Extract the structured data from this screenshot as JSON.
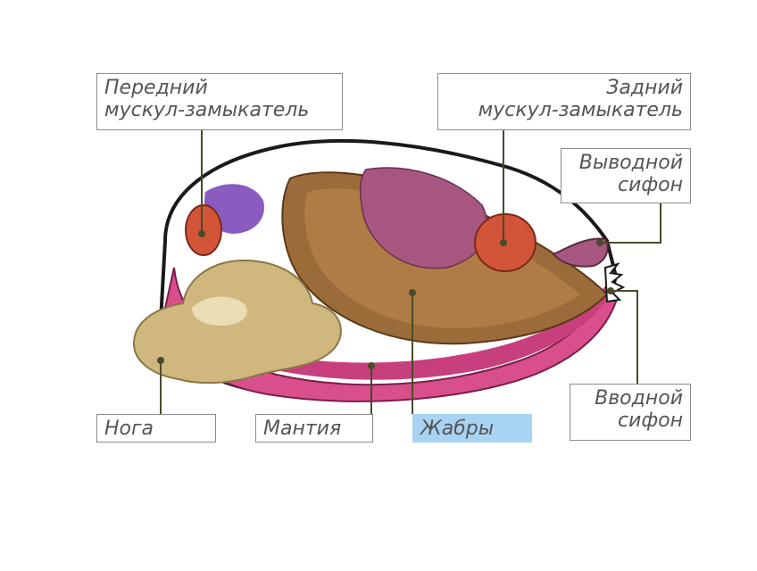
{
  "labels": {
    "front_muscle": [
      "Передний",
      "мускул-замыкатель"
    ],
    "back_muscle": [
      "Задний",
      "мускул-замыкатель"
    ],
    "out_siphon": [
      "Выводной",
      "сифон"
    ],
    "in_siphon": [
      "Вводной",
      "сифон"
    ],
    "foot": "Нога",
    "mantle": "Мантия",
    "gills": "Жабры"
  },
  "highlighted_label": "Жабры",
  "colors": {
    "shell_outline": "#1a1a1a",
    "mantle": "#d94f8c",
    "foot": "#cfb77e",
    "gills": "#9b6b3a",
    "muscle": "#d2553a",
    "viscera": "#a7577f",
    "highlight": "#a9d3f2",
    "leader": "#4a4a2a"
  }
}
